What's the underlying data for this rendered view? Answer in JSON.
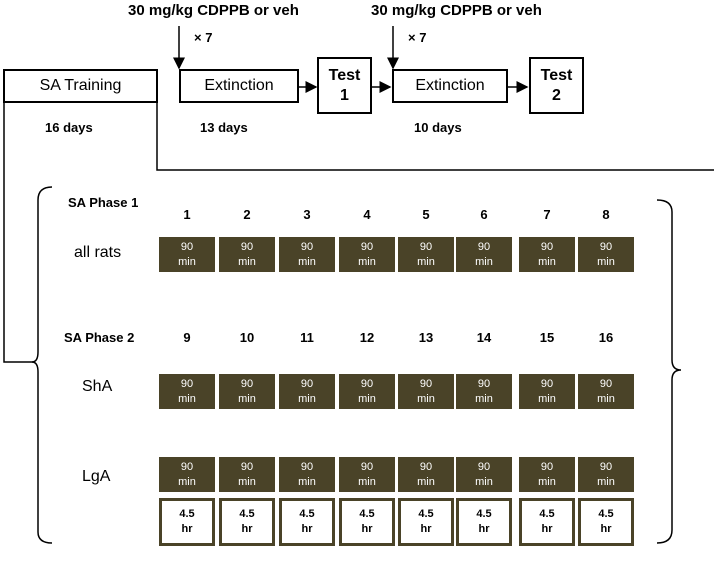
{
  "timeline": {
    "dose_1": "30 mg/kg CDPPB or veh",
    "dose_2": "30 mg/kg CDPPB or veh",
    "repeat_1": "× 7",
    "repeat_2": "× 7",
    "sa_training": {
      "label": "SA Training",
      "days": "16 days"
    },
    "extinction_1": {
      "label": "Extinction",
      "days": "13 days"
    },
    "test_1": {
      "title": "Test",
      "number": "1"
    },
    "extinction_2": {
      "label": "Extinction",
      "days": "10 days"
    },
    "test_2": {
      "title": "Test",
      "number": "2"
    }
  },
  "phase_1": {
    "label": "SA Phase 1",
    "days": [
      "1",
      "2",
      "3",
      "4",
      "5",
      "6",
      "7",
      "8"
    ],
    "groups": [
      {
        "name": "all rats",
        "session": [
          "90",
          "min"
        ]
      }
    ]
  },
  "phase_2": {
    "label": "SA Phase 2",
    "days": [
      "9",
      "10",
      "11",
      "12",
      "13",
      "14",
      "15",
      "16"
    ],
    "groups": [
      {
        "name": "ShA",
        "session": [
          "90",
          "min"
        ]
      },
      {
        "name": "LgA",
        "session": [
          "90",
          "min"
        ],
        "extra_session": [
          "4.5",
          "hr"
        ]
      }
    ]
  },
  "colors": {
    "session_fill": "#4a4328",
    "session_text": "#ffffff",
    "outline": "#000000"
  }
}
